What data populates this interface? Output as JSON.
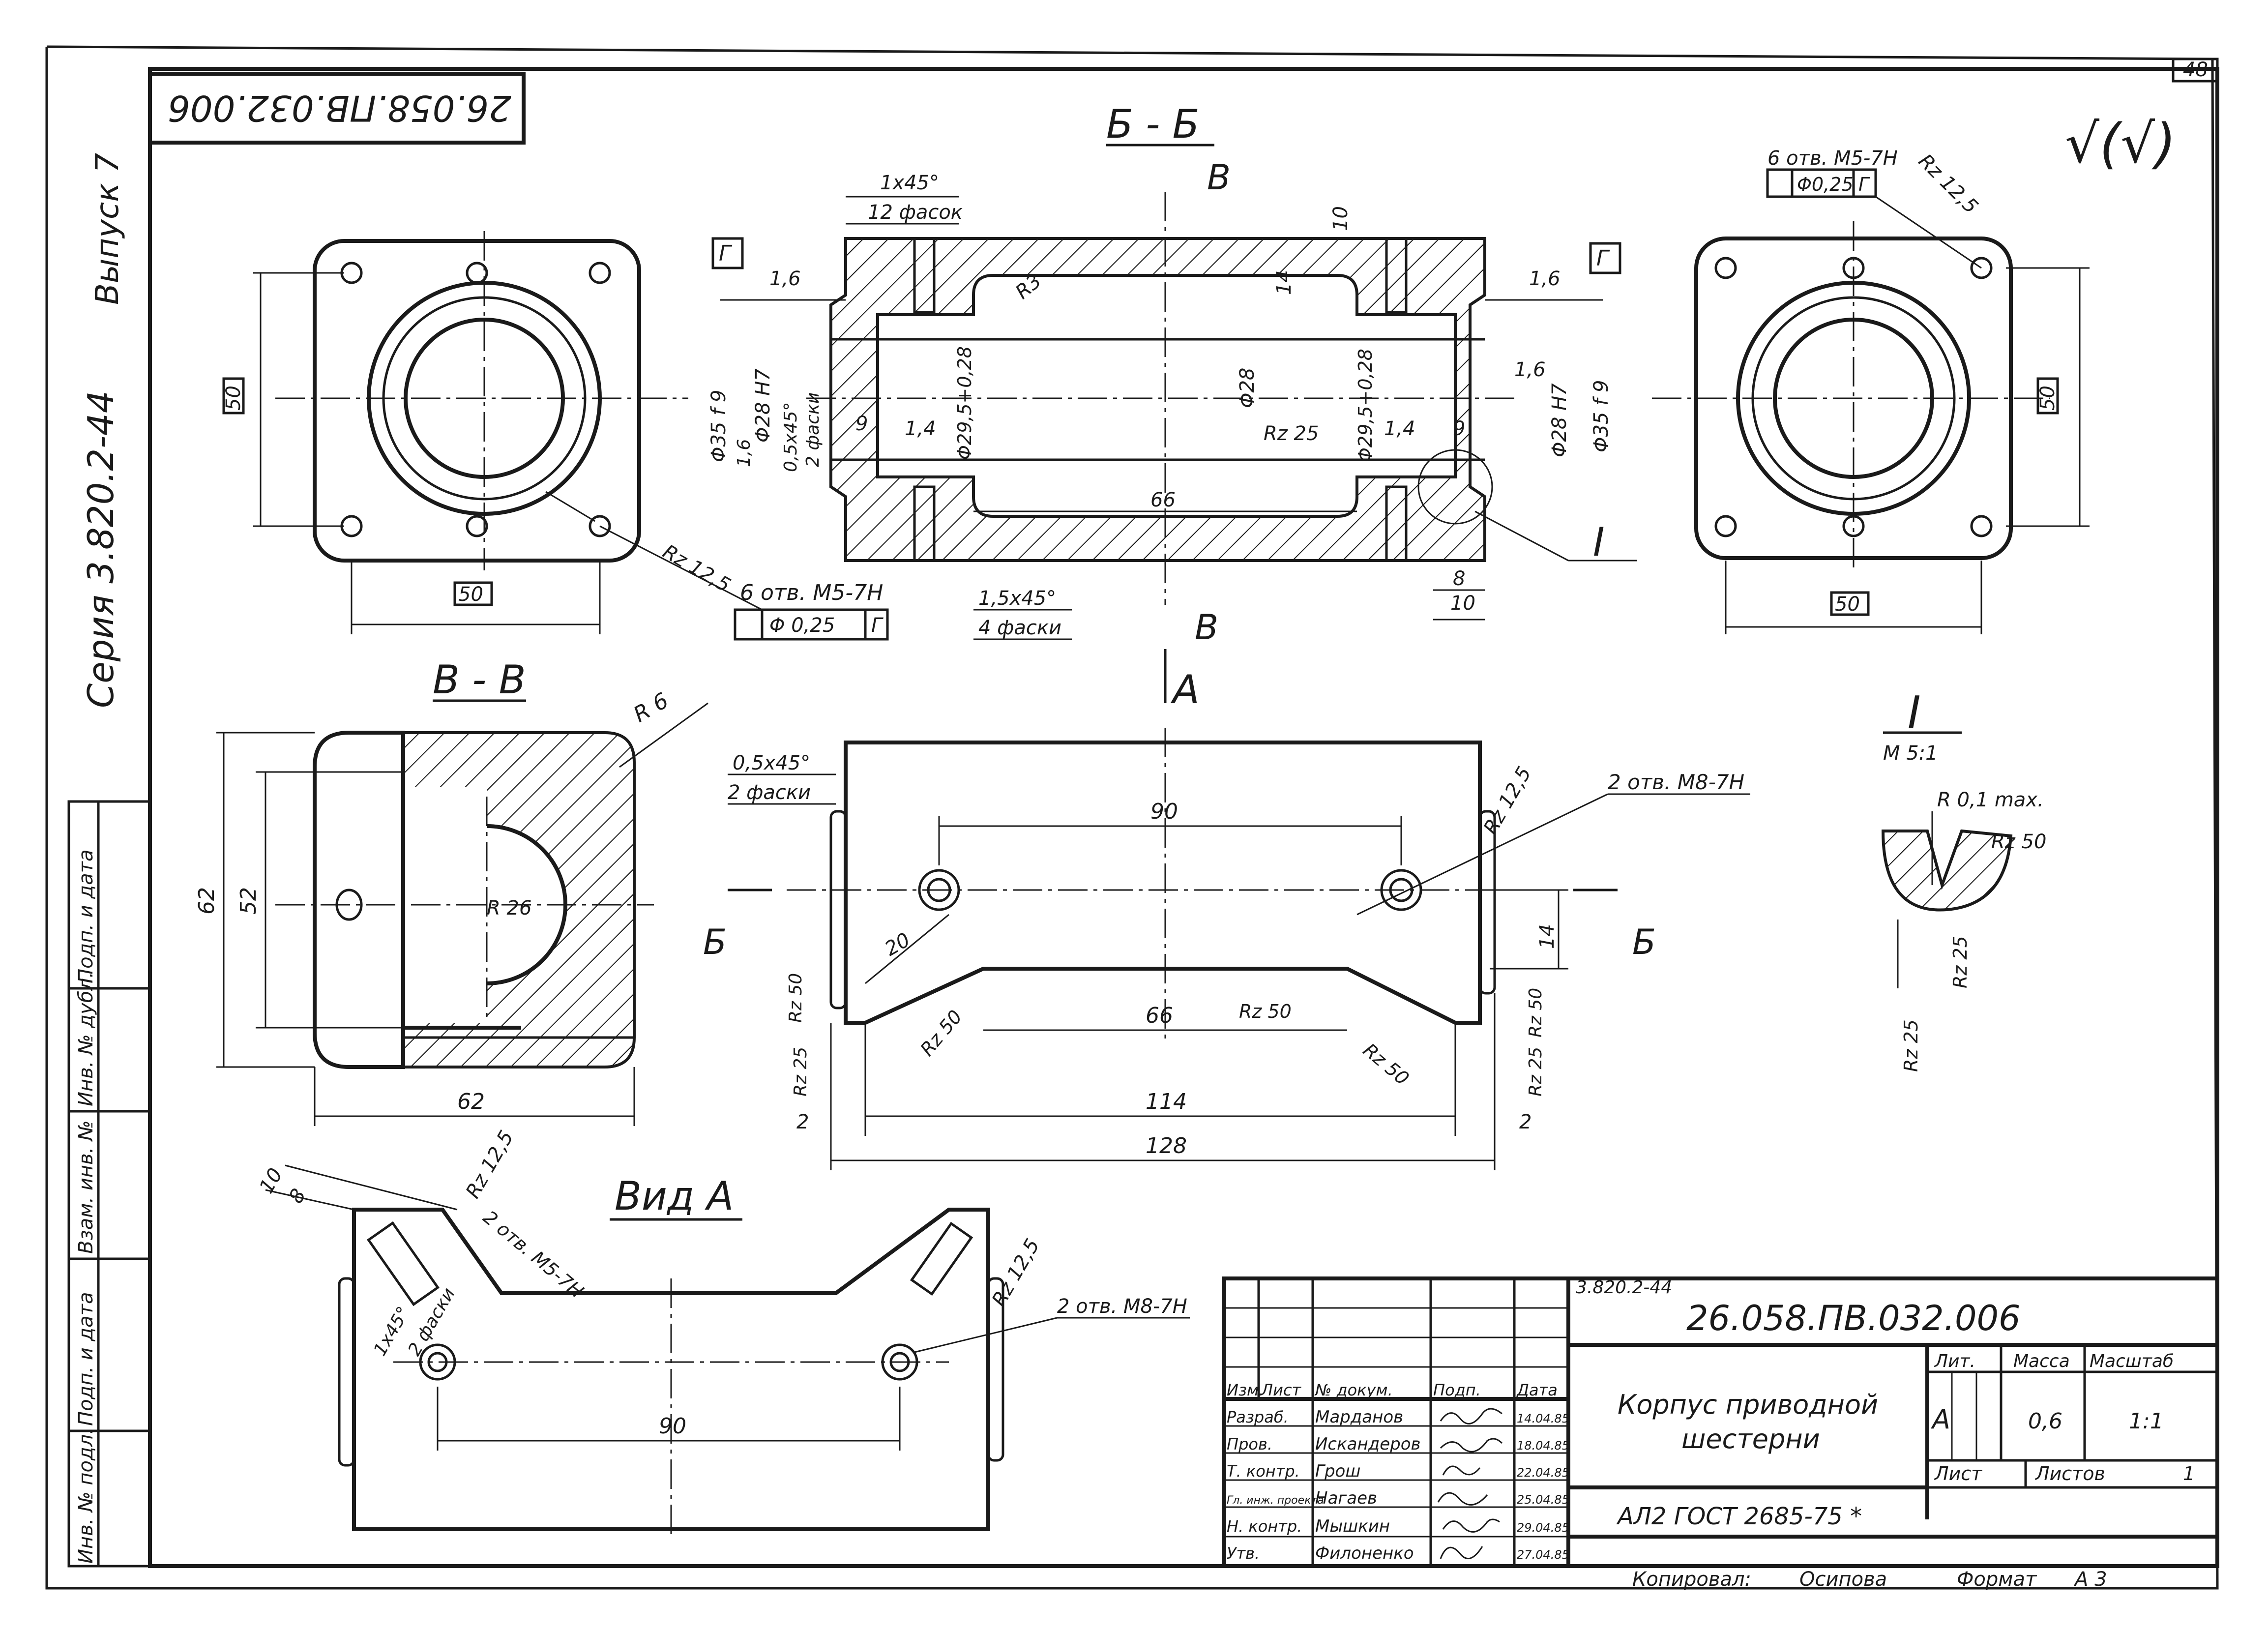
{
  "sheet": {
    "page_number": "48",
    "designation_stamp": "26.058.ПВ.032.006",
    "series": "Серия 3.820.2-44",
    "issue": "Выпуск 7",
    "surface_symbol": "√(√)"
  },
  "left_margin_labels": [
    "Инв. № подл.",
    "Подп. и дата",
    "Взам. инв. №",
    "Инв. № дубл.",
    "Подп. и дата"
  ],
  "views": {
    "section_bb": {
      "title": "Б - Б",
      "labels": [
        "1x45°",
        "12 фасок",
        "В",
        "В",
        "10",
        "14",
        "R3",
        "1,6",
        "1,6",
        "Г",
        "Г",
        "Φ35 f 9",
        "Φ28 H7",
        "0,5x45°",
        "2 фаски",
        "1,6",
        "9",
        "1,4",
        "Φ29,5+0,28",
        "Φ28",
        "Rz 25",
        "Φ29,5+0,28",
        "1,4",
        "9",
        "Φ28 H7",
        "Φ35 f 9",
        "1,6",
        "66",
        "1,5x45°",
        "4 фаски",
        "8",
        "10",
        "I"
      ]
    },
    "flange_left": {
      "labels": [
        "50",
        "50",
        "Rz 12,5",
        "6 отв. M5-7H",
        "Φ 0,25",
        "Г"
      ]
    },
    "flange_right": {
      "labels": [
        "6 отв. M5-7H",
        "Φ0,25",
        "Г",
        "Rz 12,5",
        "50",
        "50"
      ]
    },
    "section_vv": {
      "title": "В - В",
      "labels": [
        "R 6",
        "R 26",
        "62",
        "52",
        "62"
      ]
    },
    "front_view": {
      "arrow_label": "А",
      "labels": [
        "0,5x45°",
        "2 фаски",
        "Rz 12,5",
        "2 отв. M8-7H",
        "90",
        "Б",
        "Б",
        "14",
        "20",
        "Rz 50",
        "Rz 50",
        "Rz 25",
        "66",
        "Rz 50",
        "Rz 50",
        "Rz 50",
        "Rz 25",
        "2",
        "2",
        "114",
        "128"
      ]
    },
    "detail_i": {
      "title": "I",
      "scale": "M 5:1",
      "labels": [
        "R 0,1 max.",
        "Rz 50",
        "Rz 25",
        "Rz 25"
      ]
    },
    "view_a": {
      "title": "Вид А",
      "labels": [
        "10",
        "8",
        "Rz 12,5",
        "2 отв. M5-7H",
        "1x45°",
        "2 фаски",
        "Rz 12,5",
        "2 отв. M8-7H",
        "90"
      ]
    }
  },
  "title_block": {
    "doc_series": "3.820.2-44",
    "designation": "26.058.ПВ.032.006",
    "name_line1": "Корпус приводной",
    "name_line2": "шестерни",
    "material": "АЛ2 ГОСТ 2685-75 *",
    "headers": {
      "izm": "Изм.",
      "list": "Лист",
      "doc": "№ докум.",
      "sign": "Подп.",
      "date": "Дата",
      "lit": "Лит.",
      "mass": "Масса",
      "scale": "Масштаб",
      "sheet": "Лист",
      "sheets": "Листов"
    },
    "lit_value": "А",
    "mass_value": "0,6",
    "scale_value": "1:1",
    "sheets_value": "1",
    "rows": [
      {
        "role": "Разраб.",
        "name": "Марданов",
        "date": "14.04.85"
      },
      {
        "role": "Пров.",
        "name": "Искандеров",
        "date": "18.04.85"
      },
      {
        "role": "Т. контр.",
        "name": "Грош",
        "date": "22.04.85"
      },
      {
        "role": "Гл. инж. проекта",
        "name": "Нагаев",
        "date": "25.04.85"
      },
      {
        "role": "Н. контр.",
        "name": "Мышкин",
        "date": "29.04.85"
      },
      {
        "role": "Утв.",
        "name": "Филоненко",
        "date": "27.04.85"
      }
    ],
    "copied_label": "Копировал:",
    "copied_name": "Осипова",
    "format_label": "Формат",
    "format_value": "А 3"
  }
}
